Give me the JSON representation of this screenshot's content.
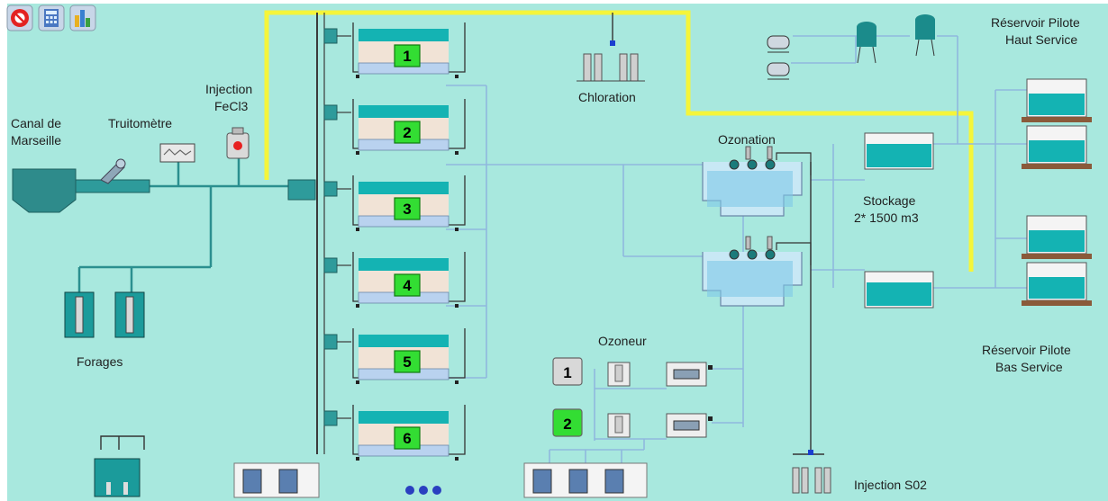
{
  "toolbar": {
    "icons": [
      "stop-icon",
      "calculator-icon",
      "bar-chart-icon"
    ]
  },
  "labels": {
    "canal": [
      "Canal de",
      "Marseille"
    ],
    "truitometre": "Truitomètre",
    "injection_fecl3": [
      "Injection",
      "FeCl3"
    ],
    "forages": "Forages",
    "chloration": "Chloration",
    "ozonation": "Ozonation",
    "stockage": [
      "Stockage",
      "2* 1500  m3"
    ],
    "reservoir_haut": [
      "Réservoir Pilote",
      "Haut Service"
    ],
    "reservoir_bas": [
      "Réservoir Pilote",
      "Bas Service"
    ],
    "ozoneur": "Ozoneur",
    "injection_so2": "Injection S02"
  },
  "filters": [
    "1",
    "2",
    "3",
    "4",
    "5",
    "6"
  ],
  "ozoneurs": [
    {
      "label": "1",
      "state": "inactive"
    },
    {
      "label": "2",
      "state": "active"
    }
  ],
  "colors": {
    "background": "#a8e8de",
    "active": "#33dd33",
    "inactive": "#d8d8d8",
    "pipe": "#2b8f8f",
    "water": "#14b3b3",
    "yellow_line": "#f5f53a"
  }
}
